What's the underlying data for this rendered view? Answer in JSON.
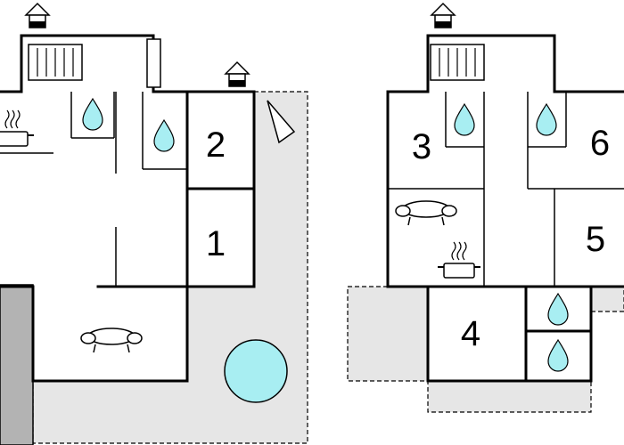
{
  "rooms": {
    "r1": "1",
    "r2": "2",
    "r3": "3",
    "r4": "4",
    "r5": "5",
    "r6": "6"
  },
  "colors": {
    "terrace": "#e6e6e6",
    "water": "#a8eef2",
    "pool": "#a8eef2",
    "wall_shade": "#b3b3b3"
  }
}
